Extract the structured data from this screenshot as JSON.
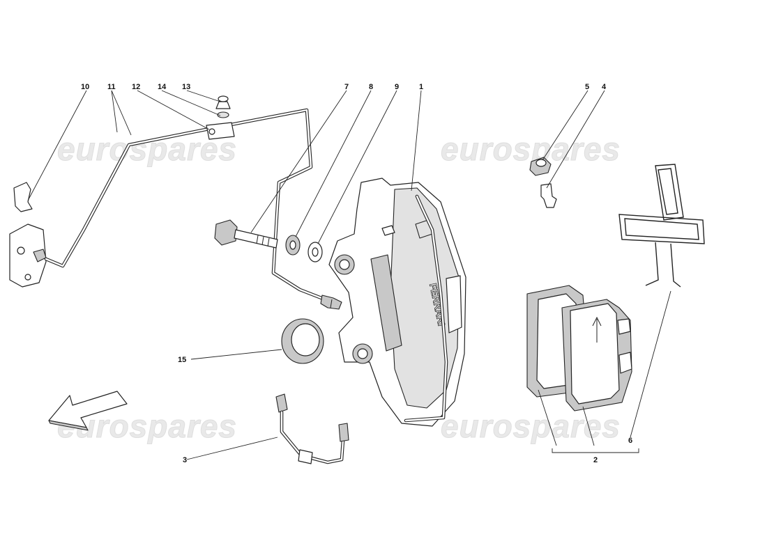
{
  "watermark": {
    "text": "eurospares"
  },
  "callouts": {
    "n1": "1",
    "n2": "2",
    "n3": "3",
    "n4": "4",
    "n5": "5",
    "n6": "6",
    "n7": "7",
    "n8": "8",
    "n9": "9",
    "n10": "10",
    "n11": "11",
    "n12": "12",
    "n13": "13",
    "n14": "14",
    "n15": "15"
  },
  "caliper_logo": "FERRARI",
  "colors": {
    "line": "#222222",
    "shade": "#c8c8c8",
    "watermark": "#e9e9e9"
  }
}
